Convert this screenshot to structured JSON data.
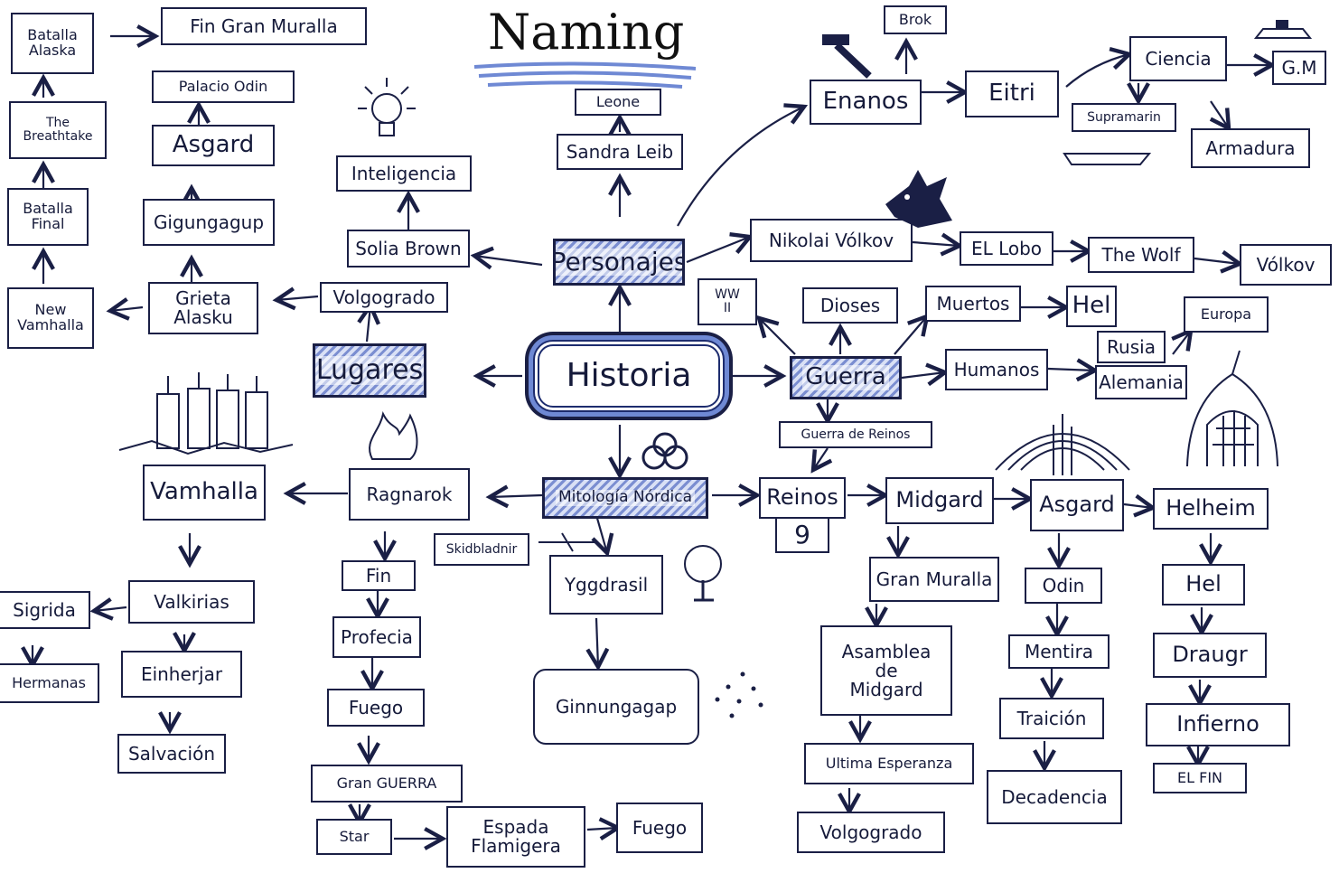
{
  "title": "Naming",
  "colors": {
    "ink": "#1a1f45",
    "accent": "#6f89d4",
    "hatch_light": "#d9e0f5"
  },
  "center": "Historia",
  "branches": {
    "personajes": "Personajes",
    "lugares": "Lugares",
    "guerra": "Guerra",
    "mitologia": "Mitología Nórdica"
  },
  "personajes_nodes": {
    "sandra": "Sandra Leib",
    "leone": "Leone",
    "solia": "Solia Brown",
    "inteligencia": "Inteligencia",
    "enanos": "Enanos",
    "brok": "Brok",
    "eitri": "Eitri",
    "ciencia": "Ciencia",
    "gm": "G.M",
    "supramarin": "Supramarin",
    "armadura": "Armadura",
    "nikolai": "Nikolai Vólkov",
    "ellobo": "EL Lobo",
    "thewolf": "The Wolf",
    "volkov": "Vólkov"
  },
  "lugares_nodes": {
    "volgogrado": "Volgogrado",
    "grieta": "Grieta\nAlasku",
    "newvamhalla": "New\nVamhalla",
    "batalla_fin": "Batalla\nFinal",
    "breathtake": "The\nBreathtake",
    "batalla_alaska": "Batalla\nAlaska",
    "fin_muralla": "Fin Gran Muralla",
    "palacio_odin": "Palacio Odin",
    "asgard": "Asgard",
    "gigungagup": "Gigungagup"
  },
  "guerra_nodes": {
    "dioses": "Dioses",
    "muertos": "Muertos",
    "hel": "Hel",
    "humanos": "Humanos",
    "rusia": "Rusia",
    "alemania": "Alemania",
    "europa": "Europa",
    "guerra_reinos": "Guerra de Reinos",
    "ww2": "WW\nII"
  },
  "mitologia_nodes": {
    "ragnarok": "Ragnarok",
    "vamhalla": "Vamhalla",
    "valkirias": "Valkirias",
    "sigrida": "Sigrida",
    "hermanas": "Hermanas",
    "einherjar": "Einherjar",
    "salvacion": "Salvación",
    "fin": "Fin",
    "profecia": "Profecia",
    "fuego": "Fuego",
    "gran_guerra": "Gran GUERRA",
    "star": "Star",
    "espada": "Espada\nFlamigera",
    "fuego2": "Fuego",
    "skidbladnir": "Skidbladnir",
    "yggdrasil": "Yggdrasil",
    "ginnungagap": "Ginnungagap",
    "reinos": "Reinos",
    "nueve": "9",
    "midgard": "Midgard",
    "gran_muralla": "Gran Muralla",
    "asamblea": "Asamblea\nde\nMidgard",
    "ultima": "Ultima Esperanza",
    "volgogrado2": "Volgogrado",
    "asgard2": "Asgard",
    "odin": "Odin",
    "mentira": "Mentira",
    "traicion": "Traición",
    "decadencia": "Decadencia",
    "helheim": "Helheim",
    "hel2": "Hel",
    "draugr": "Draugr",
    "infierno": "Infierno",
    "elfin": "EL FIN"
  },
  "sketches": [
    "light-bulb-icon",
    "hammer-icon",
    "wolf-head-icon",
    "submarine-icon",
    "ship-icon",
    "castle-icon",
    "fire-icon",
    "tree-icon",
    "triquetra-icon",
    "bifrost-icon",
    "hel-gate-icon",
    "stars-icon",
    "ww2-plane-icon"
  ]
}
